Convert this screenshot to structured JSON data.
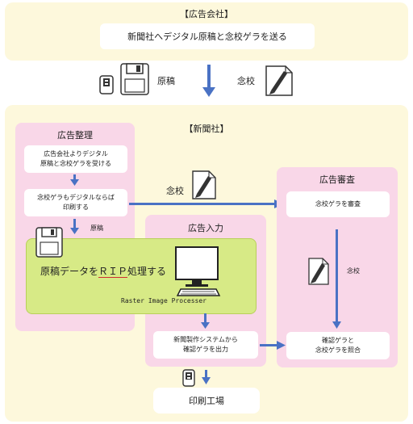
{
  "top": {
    "title": "【広告会社】",
    "box": "新聞社へデジタル原稿と念校ゲラを送る"
  },
  "transfer": {
    "left_label": "原稿",
    "right_label": "念校"
  },
  "newspaper": {
    "title": "【新聞社】",
    "ad_arrange": {
      "title": "広告整理",
      "step1": "広告会社よりデジタル\n原稿と念校ゲラを受ける",
      "step2": "念校ゲラもデジタルならば\n印刷する",
      "label_genko": "原稿"
    },
    "ad_review": {
      "title": "広告審査",
      "step1": "念校ゲラを審査",
      "step2": "確認ゲラと\n念校ゲラを照合",
      "label_nenko": "念校"
    },
    "ad_input": {
      "title": "広告入力",
      "step1": "新聞製作システムから\n確認ゲラを出力"
    },
    "nenko_label": "念校",
    "rip": {
      "prefix": "原稿データを",
      "rip": "ＲＩＰ",
      "suffix": "処理する",
      "caption": "Raster Image Processer"
    }
  },
  "bottom": {
    "box": "印刷工場"
  },
  "colors": {
    "cream": "#fdf8dc",
    "pink": "#f9d7e8",
    "green": "#d7ea86",
    "arrow": "#4a72c4"
  }
}
